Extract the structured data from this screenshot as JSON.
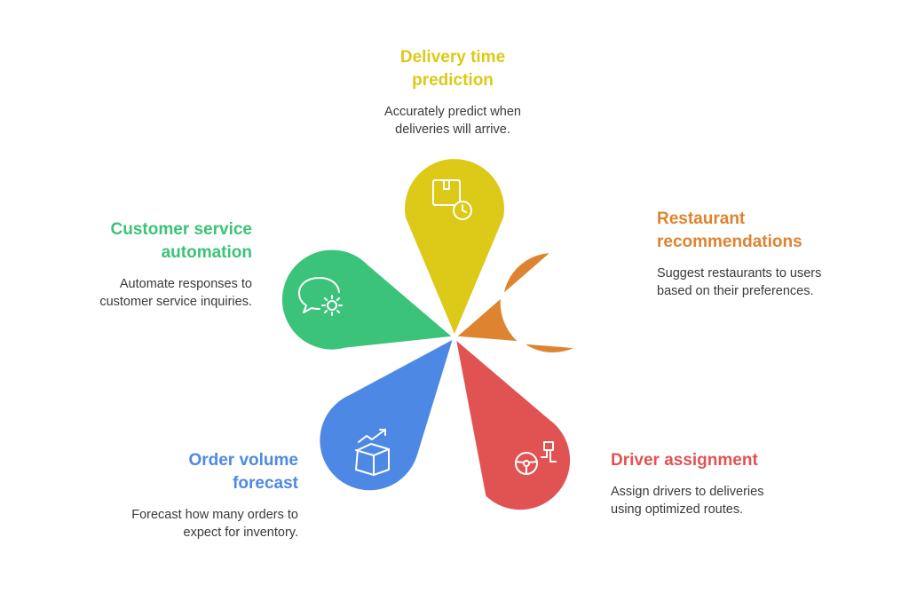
{
  "colors": {
    "delivery": "#DDC917",
    "restaurant": "#DE8330",
    "driver": "#E15353",
    "order": "#4D89E4",
    "customer": "#3CC37A"
  },
  "items": {
    "delivery": {
      "title": "Delivery time prediction",
      "title_lines": [
        "Delivery time",
        "prediction"
      ],
      "desc_lines": [
        "Accurately predict when",
        "deliveries will arrive."
      ],
      "icon": "package-clock-icon"
    },
    "restaurant": {
      "title": "Restaurant recommendations",
      "title_lines": [
        "Restaurant",
        "recommendations"
      ],
      "desc_lines": [
        "Suggest restaurants to users",
        "based on their preferences."
      ],
      "icon": "stars-cloche-icon"
    },
    "driver": {
      "title": "Driver assignment",
      "title_lines": [
        "Driver assignment"
      ],
      "desc_lines": [
        "Assign drivers to deliveries",
        "using optimized routes."
      ],
      "icon": "steering-wheel-route-icon"
    },
    "order": {
      "title": "Order volume forecast",
      "title_lines": [
        "Order volume",
        "forecast"
      ],
      "desc_lines": [
        "Forecast how many orders to",
        "expect for inventory."
      ],
      "icon": "box-trend-icon"
    },
    "customer": {
      "title": "Customer service automation",
      "title_lines": [
        "Customer service",
        "automation"
      ],
      "desc_lines": [
        "Automate responses to",
        "customer service inquiries."
      ],
      "icon": "chat-gear-icon"
    }
  }
}
